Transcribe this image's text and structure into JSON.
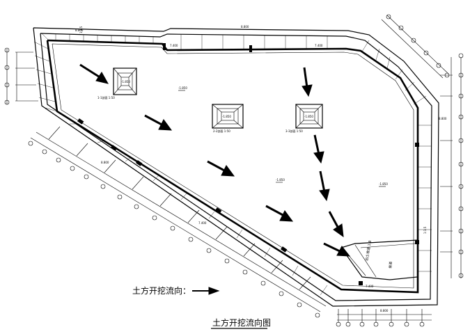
{
  "title": "土方开挖流向图",
  "legend_label": "土方开挖流向：",
  "elevation_labels": {
    "top_left": "8.800",
    "top_right": "8.800",
    "right_upper": "8.800",
    "left_diag": "8.800",
    "bottom": "8.800",
    "inner_top": "7.400",
    "inner_top_right": "7.400",
    "inner_left": "7.400",
    "inner_bottom": "7.400",
    "pit1": "-1.850",
    "pit2": "-1.850",
    "pit3": "-1.850",
    "center1": "-1.850",
    "center2": "-1.850",
    "center3": "-1.850"
  },
  "pit_notes": {
    "pit1": "1-1剖面 1:50",
    "pit2": "2-2剖面 1:50",
    "pit3": "3-3剖面 1:50"
  },
  "ramp_label": "坡道",
  "ramp_note": "出土坡道 1:8",
  "slope_ratio": "1:1.5"
}
